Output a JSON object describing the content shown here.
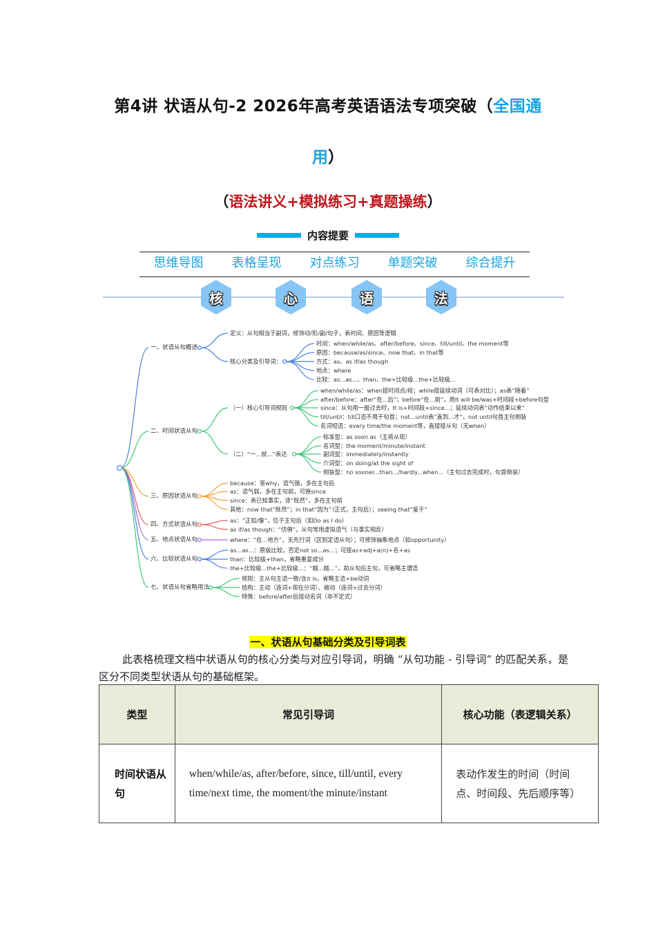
{
  "title": {
    "line1_black": "第4讲 状语从句-2 2026年高考英语语法专项突破（",
    "line1_blue": "全国通",
    "line2_blue": "用",
    "line2_black": "）"
  },
  "subtitle": {
    "open": "（",
    "red": "语法讲义+模拟练习+真题操练",
    "close": "）"
  },
  "summary_label": "内容提要",
  "nav": [
    "思维导图",
    "表格呈现",
    "对点练习",
    "单题突破",
    "综合提升"
  ],
  "hex_badges": [
    "核",
    "心",
    "语",
    "法"
  ],
  "colors": {
    "accent_blue": "#1aa3e0",
    "accent_red": "#c0141a",
    "hex_fill": "#86c5f5",
    "highlight": "#ffff00",
    "table_header_bg": "#e8ecd8"
  },
  "mindmap": {
    "branches": [
      {
        "label": "一、状语从句概述",
        "color": "#4a7fe0",
        "children": [
          {
            "label": "定义：从句相当于副词，修饰动/形/副/句子，表时间、原因等逻辑"
          },
          {
            "label": "核心分类及引导词：",
            "children": [
              "时间：when/while/as、after/before、since、till/until、the moment等",
              "原因：because/as/since、now that、in that等",
              "方式：as、as if/as though",
              "地点：where",
              "比较：as...as...、than、the+比较级...the+比较级..."
            ]
          }
        ]
      },
      {
        "label": "二、时间状语从句",
        "color": "#3ec87a",
        "children": [
          {
            "label": "（一）核心引导词规则",
            "children": [
              "when/while/as：when接时间点/段；while接延续动词（可表对比）；as表“随着”",
              "after/before：after“在...后”；before“在...前”，用It will be/was+时间段+before句型",
              "since：从句用一般过去时，It is+时间段+since...；延续动词表“动作结束以来”",
              "till/until：till口语不用于句首；not...until表“直到...才”，not until句首主句倒装",
              "名词短语：every time/the moment等，直接接从句（无when）"
            ]
          },
          {
            "label": "（二）“一...就...”表达",
            "children": [
              "标准型：as soon as（主将从现）",
              "名词型：the moment/minute/instant",
              "副词型：immediately/instantly",
              "介词型：on doing/at the sight of",
              "倒装型：no sooner...than.../hardly...when...（主句过去完成时，句首倒装）"
            ]
          }
        ]
      },
      {
        "label": "三、原因状语从句",
        "color": "#f0a030",
        "children": [
          "because：答why，语气强，多在主句后",
          "as：语气弱，多在主句前，可换since",
          "since：表已知事实，译“既然”，多在主句前",
          "其他：now that“既然”；in that“因为”（正式，主句后）；seeing that“鉴于”"
        ]
      },
      {
        "label": "四、方式状语从句",
        "color": "#e86060",
        "children": [
          "as：“正如/像”，位于主句后（如Do as I do）",
          "as if/as though：“仿佛”，从句常用虚拟语气（与事实相反）"
        ]
      },
      {
        "label": "五、地点状语从句",
        "color": "#a46ee0",
        "children": [
          "where：“在...地方”，无先行词（区别定语从句）；可修饰抽象地点（如opportunity）"
        ]
      },
      {
        "label": "六、比较状语从句",
        "color": "#4a7fe0",
        "children": [
          "as...as...：原级比较，否定not so...as...；可接as+adj+a(n)+名+as",
          "than：比较级+than，省略重复成分",
          "the+比较级...the+比较级...：“越...越...”，前从句后主句，可省略主谓语"
        ]
      },
      {
        "label": "七、状语从句省略用法",
        "color": "#3ec87a",
        "children": [
          "规则：主从句主语一致/含it is，省略主语+be动词",
          "结构：主动（连词+现在分词）、被动（连词+过去分词）",
          "特殊：before/after后接动名词（非不定式）"
        ]
      }
    ]
  },
  "section": {
    "heading": "一、状语从句基础分类及引导词表",
    "paragraph": "此表格梳理文档中状语从句的核心分类与对应引导词，明确 “从句功能 - 引导词” 的匹配关系，是区分不同类型状语从句的基础框架。"
  },
  "table": {
    "headers": [
      "类型",
      "常见引导词",
      "核心功能（表逻辑关系）"
    ],
    "rows": [
      [
        "时间状语从句",
        "when/while/as, after/before, since, till/until, every time/next time, the moment/the minute/instant",
        "表动作发生的时间（时间点、时间段、先后顺序等）"
      ]
    ]
  }
}
